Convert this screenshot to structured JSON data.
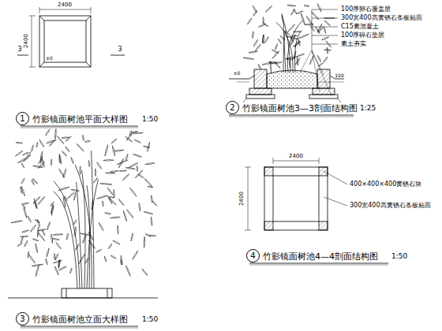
{
  "diagram": {
    "nodes": [
      {
        "text": [
          "1"
        ]
      },
      {
        "text": [
          "2"
        ]
      },
      {
        "text": [
          "3"
        ]
      },
      {
        "text": [
          "4"
        ]
      }
    ],
    "labels": [
      "2400",
      "2400",
      "3",
      "3",
      "±0",
      "竹影镜面树池平面大样图",
      "1:50",
      "100厚卵石覆盖层",
      "300宽400高黄锈石条板贴面",
      "C15素混凝土",
      "100厚碎石垫层",
      "素土夯实",
      "±0",
      "100",
      "竹影镜面树池3—3剖面结构图",
      "1:25",
      "竹影镜面树池立面大样图",
      "1:50",
      "2400",
      "2400",
      "400×400×400黄锈石块",
      "300宽400高黄锈石条板贴面",
      "竹影镜面树池4—4剖面结构图",
      "1:50"
    ]
  }
}
